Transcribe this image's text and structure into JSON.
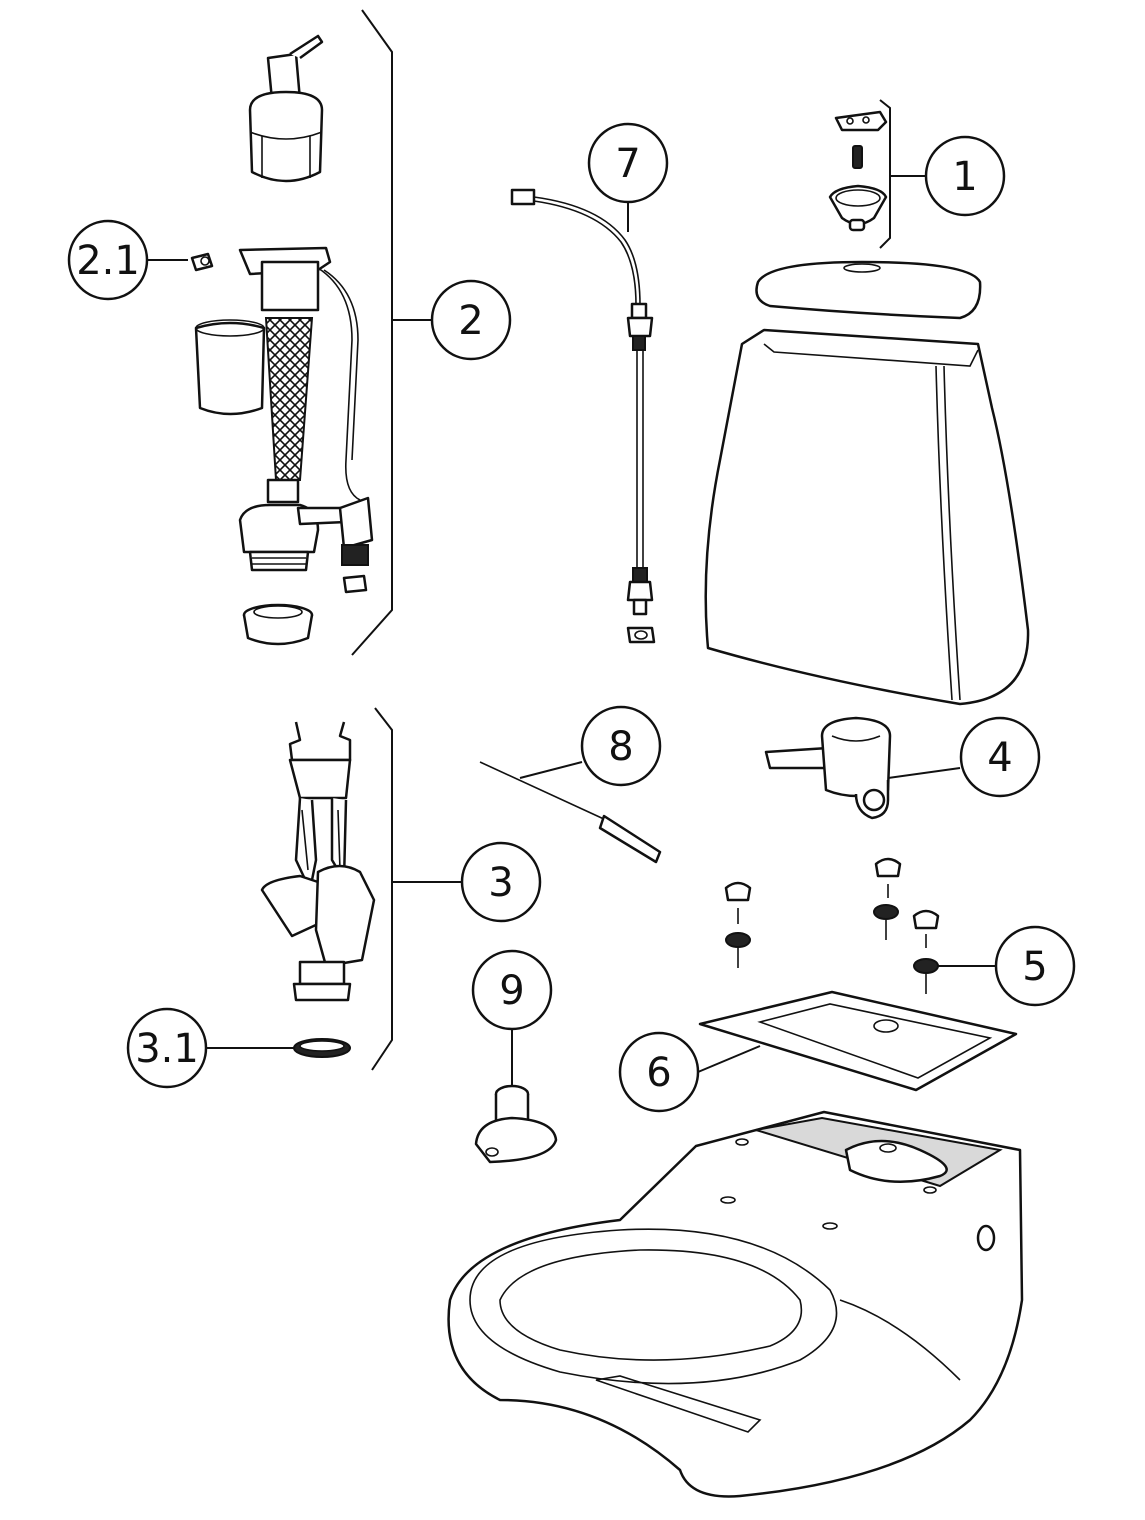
{
  "callouts": {
    "c1": "1",
    "c2": "2",
    "c2_1": "2.1",
    "c3": "3",
    "c3_1": "3.1",
    "c4": "4",
    "c5": "5",
    "c6": "6",
    "c7": "7",
    "c8": "8",
    "c9": "9"
  }
}
